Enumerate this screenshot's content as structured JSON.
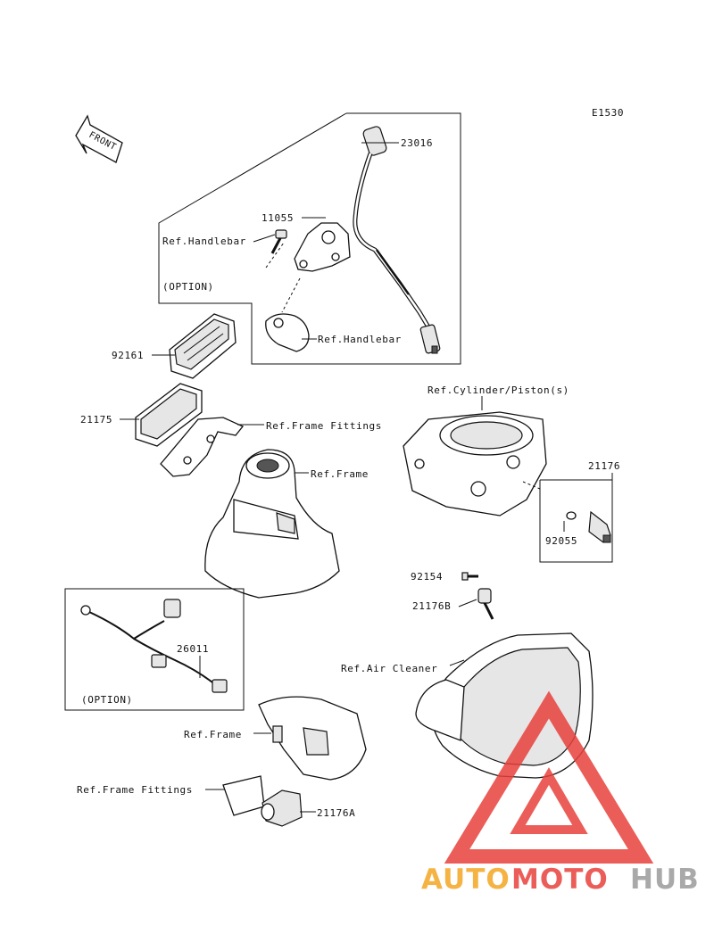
{
  "diagram_code": "E1530",
  "front_label": "FRONT",
  "labels": {
    "p23016": "23016",
    "p11055": "11055",
    "ref_handlebar_top": "Ref.Handlebar",
    "option_top": "(OPTION)",
    "ref_handlebar_clamp": "Ref.Handlebar",
    "p92161": "92161",
    "p21175": "21175",
    "ref_frame_fittings_top": "Ref.Frame Fittings",
    "ref_frame": "Ref.Frame",
    "ref_cylinder": "Ref.Cylinder/Piston(s)",
    "p21176": "21176",
    "p92055": "92055",
    "p92154": "92154",
    "p21176B": "21176B",
    "ref_air_cleaner": "Ref.Air Cleaner",
    "p26011": "26011",
    "option_bottom": "(OPTION)",
    "ref_frame_bottom": "Ref.Frame",
    "ref_frame_fittings_bottom": "Ref.Frame Fittings",
    "p21176A": "21176A"
  },
  "watermark": {
    "part1": "AUTO",
    "part2": "MOTO",
    "part3": "HUB",
    "colors": {
      "orange": "#f4a623",
      "red": "#e8413c",
      "gray": "#9b9b9b"
    }
  }
}
